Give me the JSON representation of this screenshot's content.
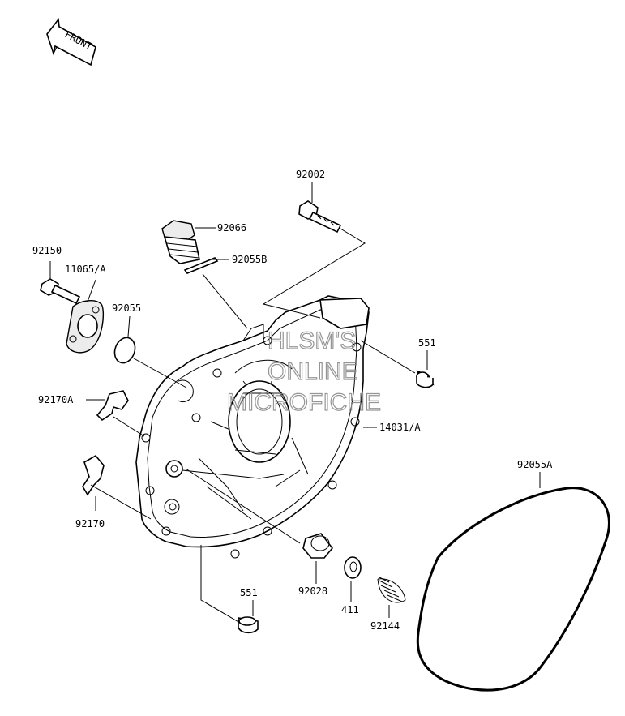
{
  "front_arrow": {
    "label": "FRONT"
  },
  "watermark": {
    "line1": "HLSM'S",
    "line2": "ONLINE",
    "line3": "MICROFICHE"
  },
  "callouts": {
    "p92002": "92002",
    "p92066": "92066",
    "p92055B": "92055B",
    "p92150": "92150",
    "p11065": "11065/A",
    "p92055": "92055",
    "p551a": "551",
    "p92170A": "92170A",
    "p14031": "14031/A",
    "p92055A": "92055A",
    "p92170": "92170",
    "p551b": "551",
    "p92028": "92028",
    "p411": "411",
    "p92144": "92144"
  }
}
